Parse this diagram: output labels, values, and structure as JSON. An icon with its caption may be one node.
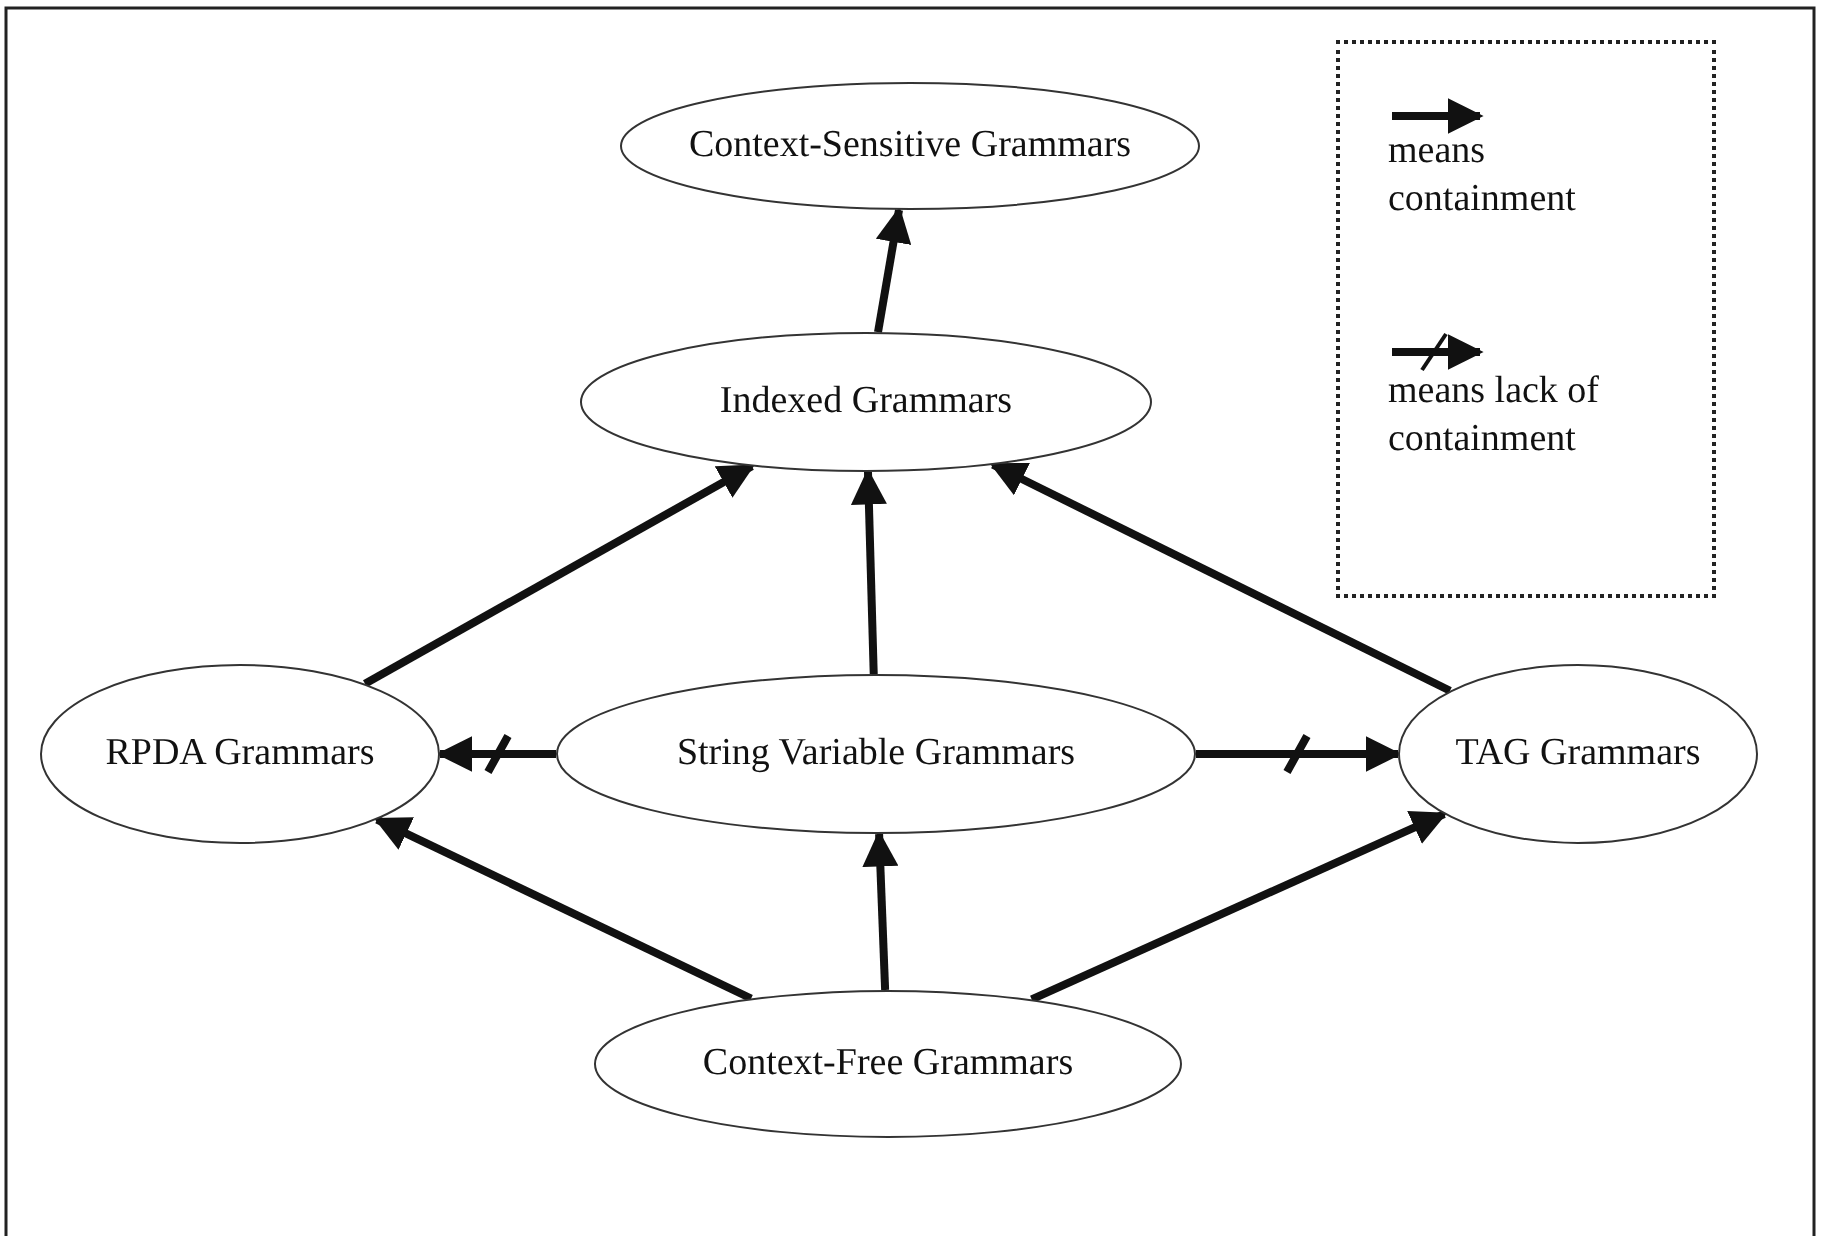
{
  "diagram": {
    "nodes": [
      {
        "text": [
          "Context-Sensitive Grammars"
        ]
      },
      {
        "text": [
          "Indexed Grammars"
        ]
      },
      {
        "text": [
          "RPDA Grammars"
        ]
      },
      {
        "text": [
          "String Variable Grammars"
        ]
      },
      {
        "text": [
          "TAG  Grammars"
        ]
      },
      {
        "text": [
          "Context-Free Grammars"
        ]
      }
    ],
    "edges": [
      {
        "from": 1,
        "to": 0,
        "arrow": "to"
      },
      {
        "from": 2,
        "to": 1,
        "arrow": "to"
      },
      {
        "from": 3,
        "to": 1,
        "arrow": "to"
      },
      {
        "from": 4,
        "to": 1,
        "arrow": "to"
      },
      {
        "from": 3,
        "to": 2,
        "arrow": "to"
      },
      {
        "from": 3,
        "to": 4,
        "arrow": "to"
      },
      {
        "from": 5,
        "to": 2,
        "arrow": "to"
      },
      {
        "from": 5,
        "to": 3,
        "arrow": "to"
      },
      {
        "from": 5,
        "to": 4,
        "arrow": "to"
      }
    ],
    "legend": [
      {
        "text": "means containment"
      },
      {
        "text": "means lack of containment"
      }
    ]
  }
}
